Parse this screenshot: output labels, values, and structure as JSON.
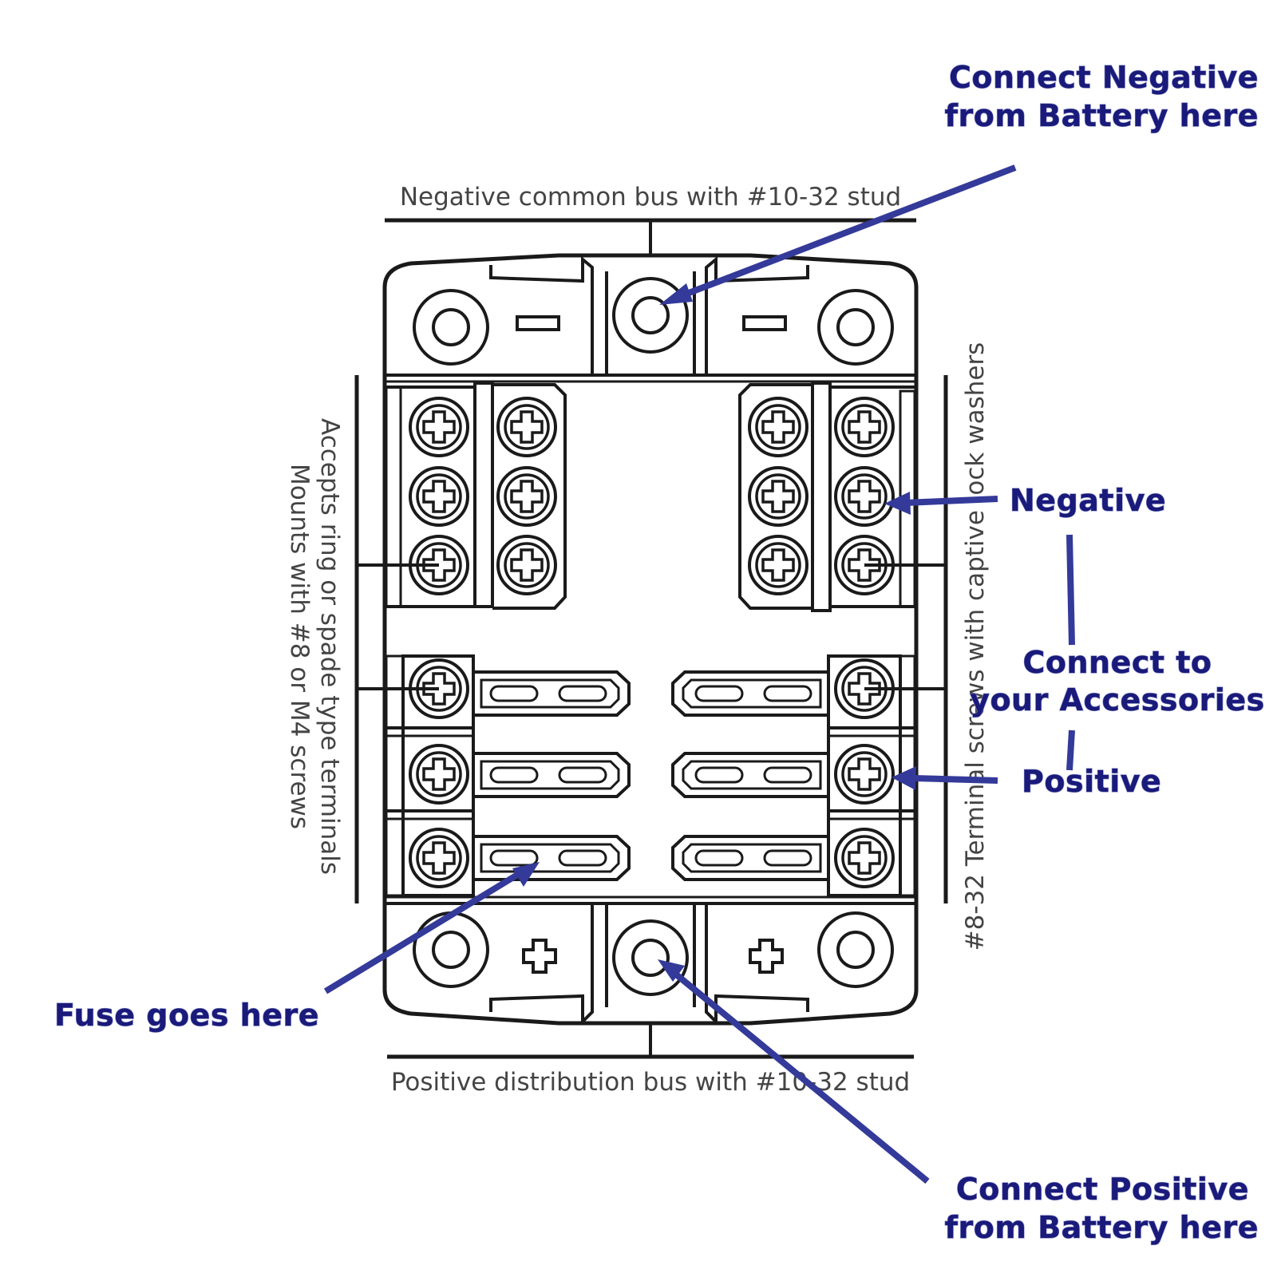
{
  "labels": {
    "negative_bus": "Negative common bus with #10-32 stud",
    "positive_bus": "Positive distribution bus with #10-32 stud",
    "left_line1": "Accepts ring or spade type terminals",
    "left_line2": "Mounts with #8 or M4 screws",
    "right_vertical": "#8-32 Terminal screws with captive lock washers"
  },
  "callouts": {
    "negative_battery_line1": "Connect Negative",
    "negative_battery_line2": "from Battery here",
    "negative": "Negative",
    "accessories_line1": "Connect to",
    "accessories_line2": "your Accessories",
    "positive": "Positive",
    "fuse": "Fuse goes here",
    "positive_battery_line1": "Connect Positive",
    "positive_battery_line2": "from Battery here"
  },
  "colors": {
    "callout_text": "#1a1a7a",
    "arrow": "#343a99",
    "line_art": "#1a1a1a"
  }
}
